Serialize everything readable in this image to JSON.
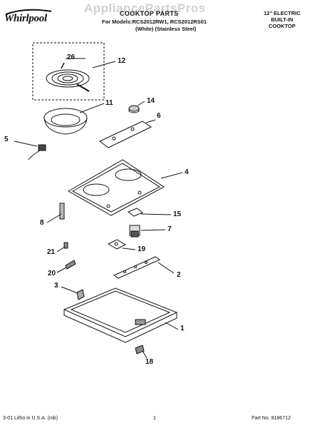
{
  "header": {
    "brand": "Whirlpool",
    "watermark": "AppliancePartsPros",
    "title": "COOKTOP PARTS",
    "models_line": "For Models:RCS2012RW1, RCS2012RS01",
    "finish_line": "(White)     (Stainless Steel)",
    "product_lines": [
      "12\" ELECTRIC",
      "BUILT-IN",
      "COOKTOP"
    ]
  },
  "callouts": [
    "26",
    "12",
    "11",
    "14",
    "6",
    "5",
    "4",
    "15",
    "8",
    "7",
    "21",
    "19",
    "20",
    "2",
    "3",
    "1",
    "18"
  ],
  "footer": {
    "left": "3-01 Litho in U.S.A. (mb)",
    "center": "1",
    "right": "Part No. 8186712"
  },
  "colors": {
    "ink": "#111111",
    "watermark": "#d0d0d0",
    "shade": "#888888"
  }
}
